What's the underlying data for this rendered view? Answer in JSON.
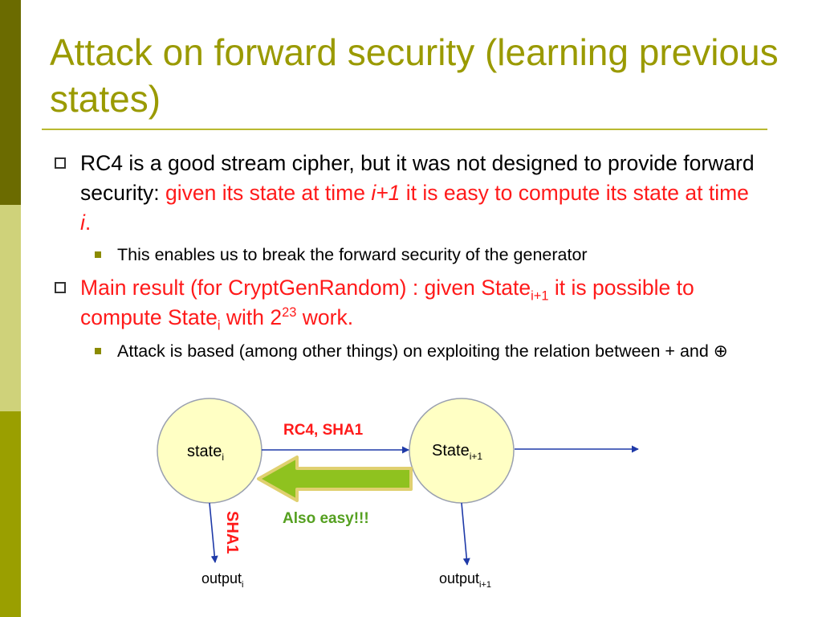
{
  "slide": {
    "title": "Attack on forward security (learning previous states)",
    "bullets": {
      "b1_part1": "RC4 is a good stream cipher, but it was not designed to provide forward security: ",
      "b1_red1": "given its state at time ",
      "b1_italic1": "i+1",
      "b1_red2": " it is easy to compute its state at time ",
      "b1_italic2": "i",
      "b1_red3": ".",
      "sub1": "This enables us to break the forward security of the generator",
      "b2_a": "Main result (for CryptGenRandom) : given State",
      "b2_sub1": "i+1",
      "b2_b": " it is possible to compute State",
      "b2_sub2": "i",
      "b2_c": " with 2",
      "b2_sup": "23",
      "b2_d": " work.",
      "sub2": "Attack is based (among other things) on exploiting the relation between + and ⊕"
    },
    "diagram": {
      "state_i_label": "state",
      "state_i_sub": "i",
      "state_next_label": "State",
      "state_next_sub": "i+1",
      "rc4_label": "RC4, SHA1",
      "also_easy_label": "Also easy!!!",
      "sha1_label": "SHA1",
      "output_i_label": "output",
      "output_i_sub": "i",
      "output_next_label": "output",
      "output_next_sub": "i+1"
    }
  }
}
